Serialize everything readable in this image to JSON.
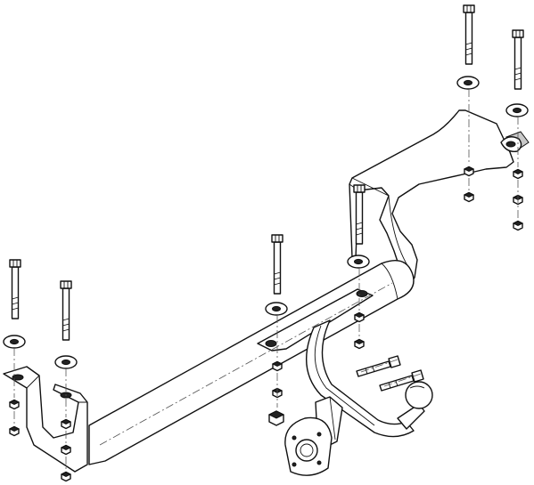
{
  "diagram": {
    "type": "exploded-assembly",
    "subject": "tow bar",
    "colors": {
      "line": "#111111",
      "axis": "#555555",
      "background": "#ffffff",
      "shade": "#c9c9c9"
    },
    "parts": [
      "main-crossbar",
      "right-side-arm",
      "left-end-bracket",
      "center-mounting-plate",
      "tow-ball",
      "socket-plate",
      "mounting-bolt",
      "washer",
      "nut"
    ]
  }
}
